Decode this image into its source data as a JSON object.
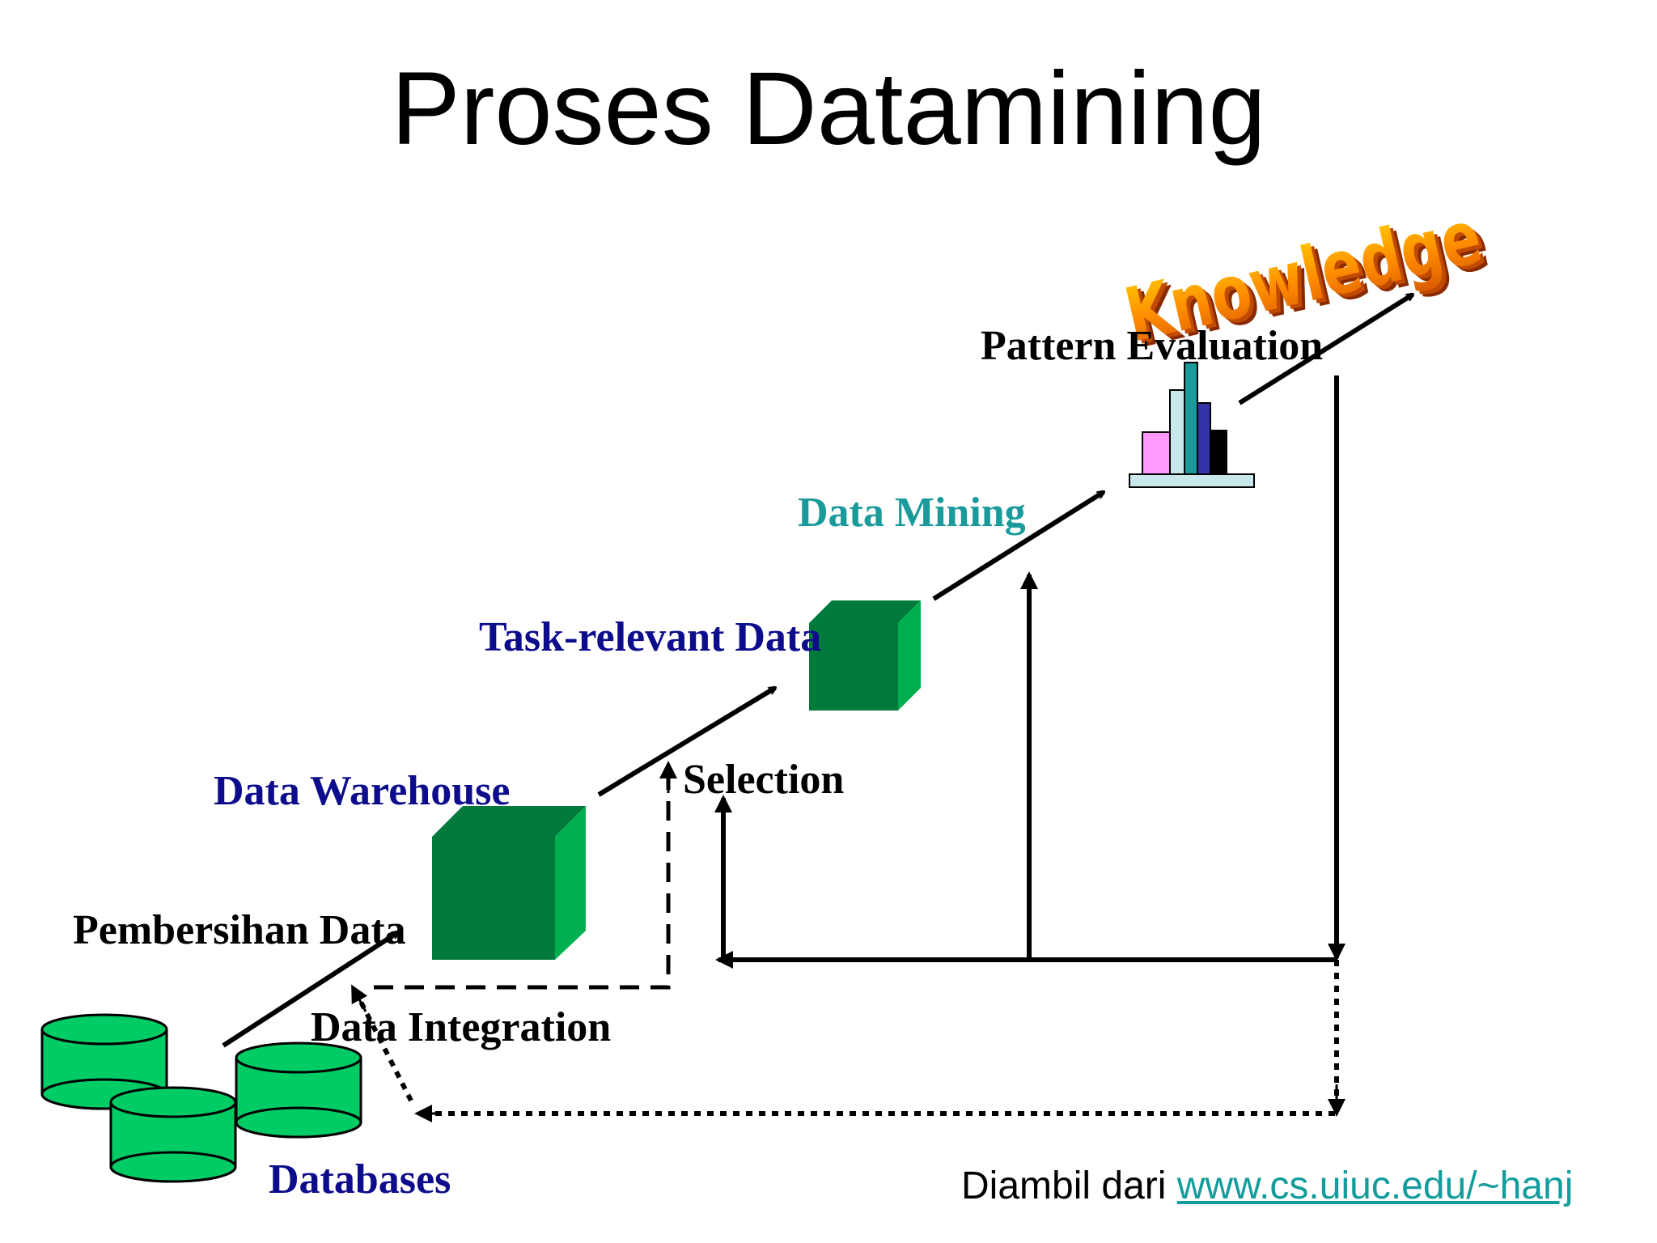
{
  "title": "Proses Datamining",
  "labels": {
    "knowledge": "Knowledge",
    "pattern_evaluation": "Pattern Evaluation",
    "data_mining": "Data Mining",
    "task_relevant_data": "Task-relevant Data",
    "selection": "Selection",
    "data_warehouse": "Data Warehouse",
    "pembersihan_data": "Pembersihan Data",
    "data_integration": "Data Integration",
    "databases": "Databases"
  },
  "footer": {
    "prefix": "Diambil dari ",
    "link": "www.cs.uiuc.edu/~hanj"
  },
  "colors": {
    "cube_green": "#00b050",
    "cube_dark": "#007a3a",
    "db_green": "#00cc66",
    "label_navy": "#0c0c8c",
    "label_teal": "#1a9a9a",
    "knowledge_orange": "#ff8c00"
  }
}
